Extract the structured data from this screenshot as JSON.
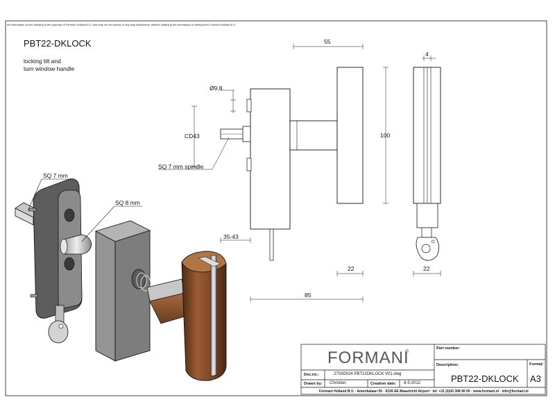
{
  "disclaimer": "All information on the drawing is the property of Formani Holland B.V. and may not be copied, in any way whatsoever without obtaining the permission in writing from Formani Holland B.V.",
  "drawing": {
    "title": "PBT22-DKLOCK",
    "description_line1": "locking tilt and",
    "description_line2": "turn window handle"
  },
  "labels": {
    "sq7_iso": "SQ 7 mm",
    "sq8_iso": "SQ 8 mm",
    "diameter": "Ø9,8",
    "cd": "CD43",
    "spindle": "SQ 7 mm spindle",
    "dim_35_43": "35-43",
    "dim_55": "55",
    "dim_85": "85",
    "dim_100": "100",
    "dim_4": "4",
    "dim_22_mid": "22",
    "dim_22_right": "22"
  },
  "title_block": {
    "brand": "FORMANI",
    "brand_reg": "®",
    "part_number_label": "Part number:",
    "part_number_value": "",
    "description_label": "Description:",
    "description_value": "PBT22-DKLOCK",
    "format_label": "Format:",
    "format_value": "A3",
    "doc_no_label": "Doc.no.:",
    "doc_no_value": "2703D024 PBT22DKLOCK V01.dwg",
    "drawn_by_label": "Drawn by:",
    "drawn_by_value": "Christian",
    "creation_date_label": "Creation date:",
    "creation_date_value": "8-5-2012",
    "footer": "Formani Holland B.V. · Amerikalaan 55 · 6199 AE Maastricht Airport · tel: +31 (0)43 308 90 00 · www.formani.nl · info@formani.nl"
  },
  "colors": {
    "line": "#111111",
    "housing_dark": "#6b6b6b",
    "housing_mid": "#8a8a8a",
    "block_front": "#9a9a9a",
    "block_top": "#b4b4b4",
    "block_side": "#7a7a7a",
    "wood_dark": "#6a3f22",
    "wood_light": "#a8683d",
    "steel": "#c9c9c9"
  }
}
